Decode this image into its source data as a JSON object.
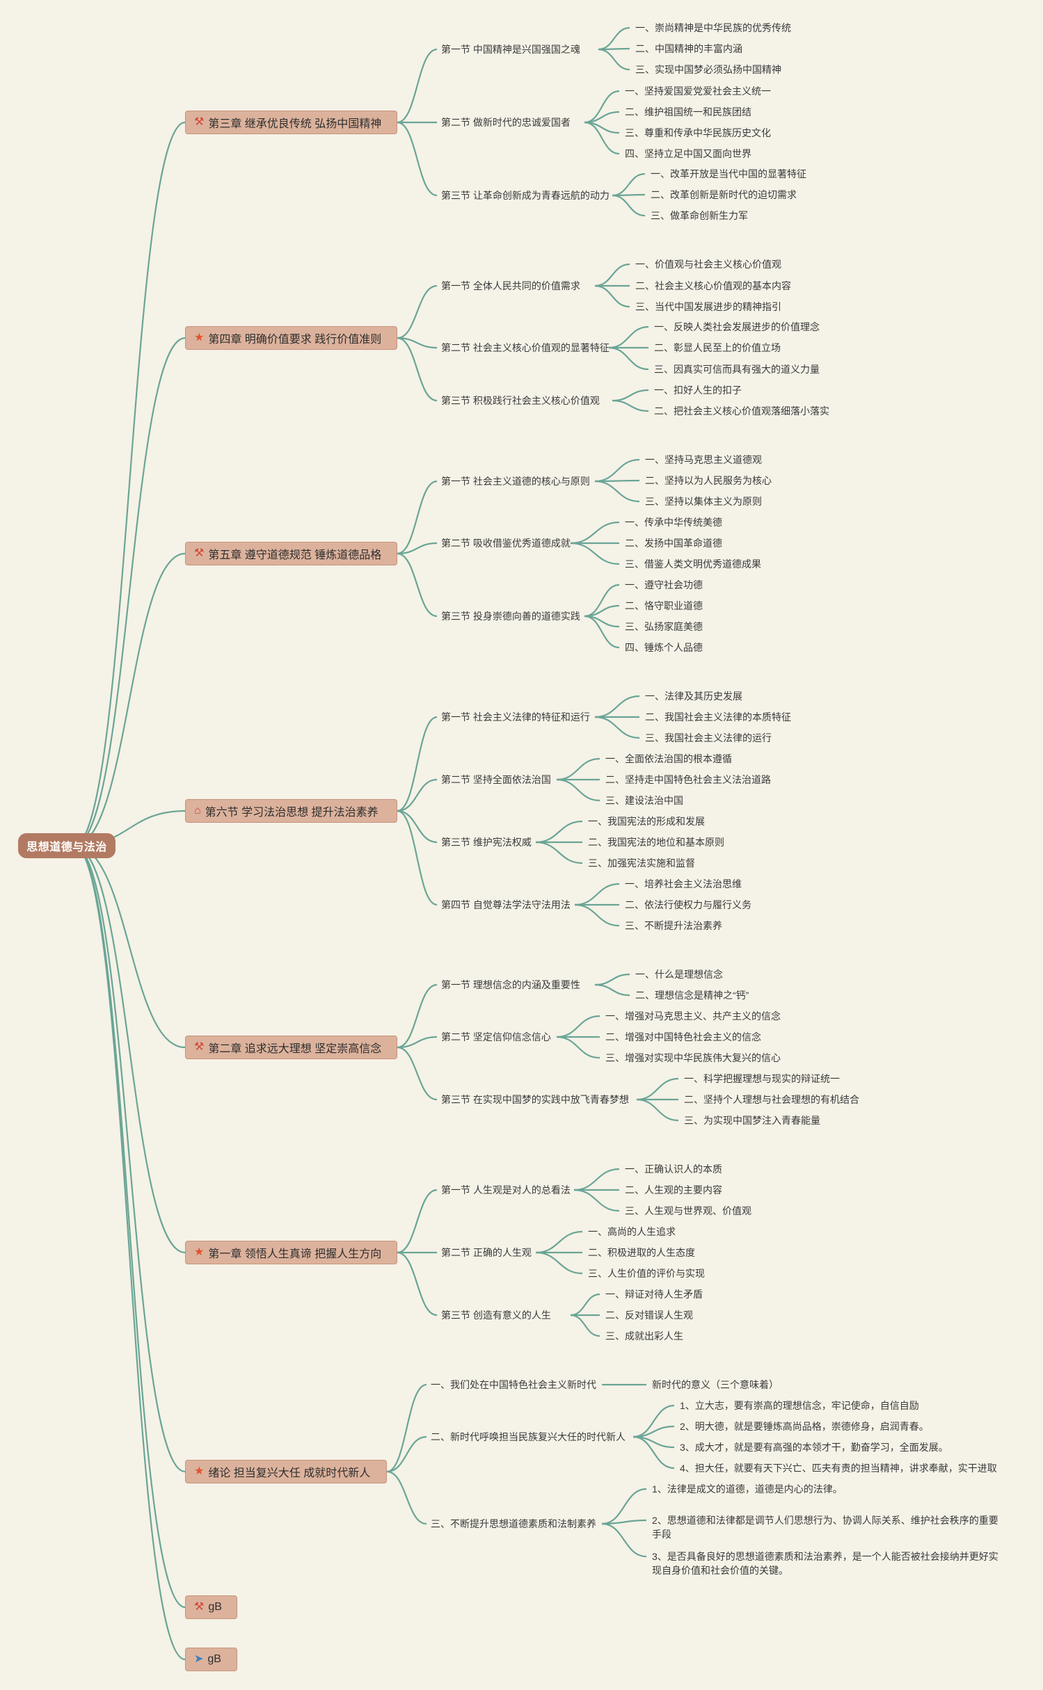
{
  "root": "思想道德与法治",
  "colors": {
    "background": "#f5f2e7",
    "link": "#6aa596",
    "root_fill": "#b27a63",
    "chapter_fill": "#dcb29c"
  },
  "chapters": [
    {
      "title": "第三章 继承优良传统 弘扬中国精神",
      "icon": "tools-icon",
      "sections": [
        {
          "title": "第一节 中国精神是兴国强国之魂",
          "items": [
            "一、崇尚精神是中华民族的优秀传统",
            "二、中国精神的丰富内涵",
            "三、实现中国梦必须弘扬中国精神"
          ]
        },
        {
          "title": "第二节 做新时代的忠诚爱国者",
          "items": [
            "一、坚持爱国爱党爱社会主义统一",
            "二、维护祖国统一和民族团结",
            "三、尊重和传承中华民族历史文化",
            "四、坚持立足中国又面向世界"
          ]
        },
        {
          "title": "第三节 让革命创新成为青春远航的动力",
          "items": [
            "一、改革开放是当代中国的显著特征",
            "二、改革创新是新时代的迫切需求",
            "三、做革命创新生力军"
          ]
        }
      ]
    },
    {
      "title": "第四章 明确价值要求 践行价值准则",
      "icon": "star-icon",
      "sections": [
        {
          "title": "第一节 全体人民共同的价值需求",
          "items": [
            "一、价值观与社会主义核心价值观",
            "二、社会主义核心价值观的基本内容",
            "三、当代中国发展进步的精神指引"
          ]
        },
        {
          "title": "第二节 社会主义核心价值观的显著特征",
          "items": [
            "一、反映人类社会发展进步的价值理念",
            "二、彰显人民至上的价值立场",
            "三、因真实可信而具有强大的道义力量"
          ]
        },
        {
          "title": "第三节 积极践行社会主义核心价值观",
          "items": [
            "一、扣好人生的扣子",
            "二、把社会主义核心价值观落细落小落实"
          ]
        }
      ]
    },
    {
      "title": "第五章 遵守道德规范 锤炼道德品格",
      "icon": "tools-icon",
      "sections": [
        {
          "title": "第一节 社会主义道德的核心与原则",
          "items": [
            "一、坚持马克思主义道德观",
            "二、坚持以为人民服务为核心",
            "三、坚持以集体主义为原则"
          ]
        },
        {
          "title": "第二节 吸收借鉴优秀道德成就",
          "items": [
            "一、传承中华传统美德",
            "二、发扬中国革命道德",
            "三、借鉴人类文明优秀道德成果"
          ]
        },
        {
          "title": "第三节 投身崇德向善的道德实践",
          "items": [
            "一、遵守社会功德",
            "二、恪守职业道德",
            "三、弘扬家庭美德",
            "四、锤炼个人品德"
          ]
        }
      ]
    },
    {
      "title": "第六节 学习法治思想 提升法治素养",
      "icon": "home-icon",
      "sections": [
        {
          "title": "第一节 社会主义法律的特征和运行",
          "items": [
            "一、法律及其历史发展",
            "二、我国社会主义法律的本质特征",
            "三、我国社会主义法律的运行"
          ]
        },
        {
          "title": "第二节 坚持全面依法治国",
          "items": [
            "一、全面依法治国的根本遵循",
            "二、坚持走中国特色社会主义法治道路",
            "三、建设法治中国"
          ]
        },
        {
          "title": "第三节 维护宪法权威",
          "items": [
            "一、我国宪法的形成和发展",
            "二、我国宪法的地位和基本原则",
            "三、加强宪法实施和监督"
          ]
        },
        {
          "title": "第四节 自觉尊法学法守法用法",
          "items": [
            "一、培养社会主义法治思维",
            "二、依法行使权力与履行义务",
            "三、不断提升法治素养"
          ]
        }
      ]
    },
    {
      "title": "第二章 追求远大理想 坚定崇高信念",
      "icon": "tools-icon",
      "sections": [
        {
          "title": "第一节 理想信念的内涵及重要性",
          "items": [
            "一、什么是理想信念",
            "二、理想信念是精神之“钙”"
          ]
        },
        {
          "title": "第二节 坚定信仰信念信心",
          "items": [
            "一、增强对马克思主义、共产主义的信念",
            "二、增强对中国特色社会主义的信念",
            "三、增强对实现中华民族伟大复兴的信心"
          ]
        },
        {
          "title": "第三节 在实现中国梦的实践中放飞青春梦想",
          "items": [
            "一、科学把握理想与现实的辩证统一",
            "二、坚持个人理想与社会理想的有机结合",
            "三、为实现中国梦注入青春能量"
          ]
        }
      ]
    },
    {
      "title": "第一章 领悟人生真谛 把握人生方向",
      "icon": "star-icon",
      "sections": [
        {
          "title": "第一节 人生观是对人的总看法",
          "items": [
            "一、正确认识人的本质",
            "二、人生观的主要内容",
            "三、人生观与世界观、价值观"
          ]
        },
        {
          "title": "第二节 正确的人生观",
          "items": [
            "一、高尚的人生追求",
            "二、积极进取的人生态度",
            "三、人生价值的评价与实现"
          ]
        },
        {
          "title": "第三节 创造有意义的人生",
          "items": [
            "一、辩证对待人生矛盾",
            "二、反对错误人生观",
            "三、成就出彩人生"
          ]
        }
      ]
    },
    {
      "title": "绪论 担当复兴大任 成就时代新人",
      "icon": "star-icon",
      "sections": [
        {
          "title": "一、我们处在中国特色社会主义新时代",
          "items": [
            "新时代的意义（三个意味着）"
          ]
        },
        {
          "title": "二、新时代呼唤担当民族复兴大任的时代新人",
          "items": [
            "1、立大志，要有崇高的理想信念，牢记使命，自信自励",
            "2、明大德，就是要锤炼高尚品格，崇德修身，启润青春。",
            "3、成大才，就是要有高强的本领才干，勤奋学习，全面发展。",
            "4、担大任，就要有天下兴亡、匹夫有责的担当精神，讲求奉献，实干进取"
          ]
        },
        {
          "title": "三、不断提升思想道德素质和法制素养",
          "items": [
            "1、法律是成文的道德，道德是内心的法律。",
            "2、思想道德和法律都是调节人们思想行为、协调人际关系、维护社会秩序的重要手段",
            "3、是否具备良好的思想道德素质和法治素养，是一个人能否被社会接纳并更好实现自身价值和社会价值的关键。"
          ]
        }
      ]
    },
    {
      "title": "gB",
      "icon": "tools-icon",
      "sections": []
    },
    {
      "title": "gB",
      "icon": "send-icon",
      "sections": []
    }
  ]
}
